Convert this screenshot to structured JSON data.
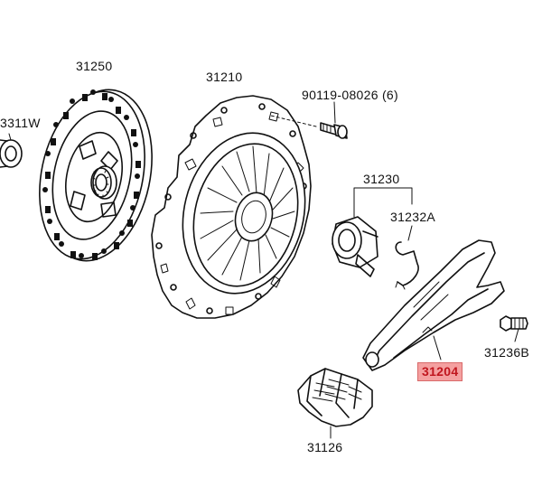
{
  "diagram": {
    "labels": {
      "p31250": "31250",
      "p31210": "31210",
      "p90119": "90119-08026 (6)",
      "p31311": "3311W",
      "p31230": "31230",
      "p31232": "31232A",
      "p31204": "31204",
      "p31236": "31236B",
      "p31126": "31126"
    },
    "highlight_color": "#f4a0a0",
    "highlight_text_color": "#c0161e",
    "highlighted_part": "31204"
  }
}
